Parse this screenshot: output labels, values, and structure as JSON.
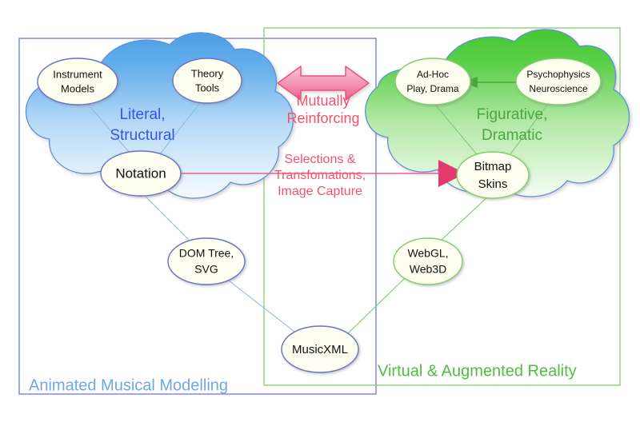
{
  "diagram": {
    "title": "Animated Musical Modelling and Virtual & Augmented Reality",
    "colors": {
      "blue_zone_border": "#7b7fd6",
      "green_zone_border": "#8cd07a",
      "blue_zone_label": "#6fa8e8",
      "green_zone_label": "#4fbe3f",
      "cloud_blue_top": "#5fa8e8",
      "cloud_blue_bottom": "#f2f8ff",
      "cloud_green_top": "#55cc44",
      "cloud_green_bottom": "#f0fbef",
      "node_fill": "#fdfdf0",
      "node_border_blue": "#6a72c8",
      "node_border_green": "#7fd06a",
      "pink": "#ee4d78",
      "pink_light": "#f8a8c0",
      "literal_label": "#3355ee",
      "figurative_label": "#49a83b",
      "link_blue": "#8bbbe8",
      "link_green": "#8ad47a"
    },
    "zones": [
      {
        "id": "blue-zone",
        "label": "Animated Musical Modelling",
        "border_color": "#7b7fd6",
        "label_color": "#6fa8e8"
      },
      {
        "id": "green-zone",
        "label": "Virtual & Augmented Reality",
        "border_color": "#8cd07a",
        "label_color": "#4fbe3f"
      }
    ],
    "clouds": [
      {
        "id": "left-cloud",
        "label_line1": "Literal,",
        "label_line2": "Structural",
        "label_color": "#3355ee"
      },
      {
        "id": "right-cloud",
        "label_line1": "Figurative,",
        "label_line2": "Dramatic",
        "label_color": "#49a83b"
      }
    ],
    "nodes": [
      {
        "id": "instrument-models",
        "line1": "Instrument",
        "line2": "Models",
        "border": "blue"
      },
      {
        "id": "theory-tools",
        "line1": "Theory",
        "line2": "Tools",
        "border": "blue"
      },
      {
        "id": "notation",
        "line1": "Notation",
        "line2": "",
        "border": "blue"
      },
      {
        "id": "ad-hoc",
        "line1": "Ad-Hoc",
        "line2": "Play, Drama",
        "border": "green"
      },
      {
        "id": "psychophysics",
        "line1": "Psychophysics",
        "line2": "Neuroscience",
        "border": "green"
      },
      {
        "id": "bitmap-skins",
        "line1": "Bitmap",
        "line2": "Skins",
        "border": "green"
      },
      {
        "id": "dom-tree-svg",
        "line1": "DOM Tree,",
        "line2": "SVG",
        "border": "blue"
      },
      {
        "id": "webgl-web3d",
        "line1": "WebGL,",
        "line2": "Web3D",
        "border": "green"
      },
      {
        "id": "musicxml",
        "line1": "MusicXML",
        "line2": "",
        "border": "blue"
      }
    ],
    "annotations": {
      "mutually_line1": "Mutually",
      "mutually_line2": "Reinforcing",
      "selections_line1": "Selections &",
      "selections_line2": "Transfomations,",
      "selections_line3": "Image Capture"
    }
  }
}
